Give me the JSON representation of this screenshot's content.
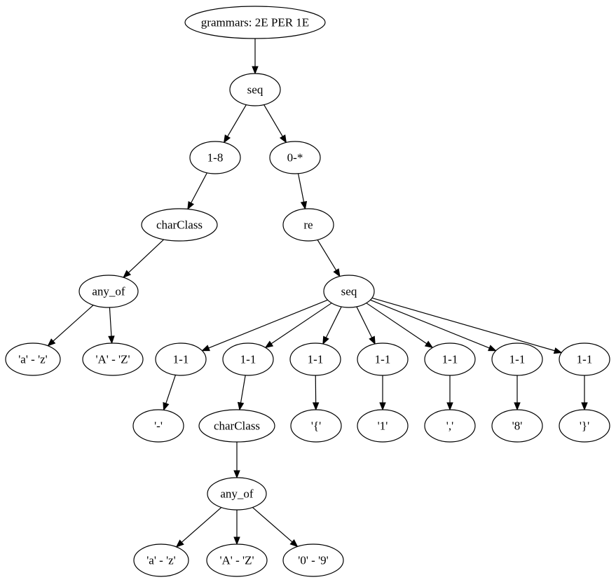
{
  "graph": {
    "nodes": [
      {
        "id": "root",
        "label": "grammars: 2E PER 1E"
      },
      {
        "id": "seq1",
        "label": "seq"
      },
      {
        "id": "r18",
        "label": "1-8"
      },
      {
        "id": "r0s",
        "label": "0-*"
      },
      {
        "id": "cc1",
        "label": "charClass"
      },
      {
        "id": "re",
        "label": "re"
      },
      {
        "id": "any1",
        "label": "any_of"
      },
      {
        "id": "seq2",
        "label": "seq"
      },
      {
        "id": "az1",
        "label": "'a' - 'z'"
      },
      {
        "id": "AZ1",
        "label": "'A' - 'Z'"
      },
      {
        "id": "r11a",
        "label": "1-1"
      },
      {
        "id": "r11b",
        "label": "1-1"
      },
      {
        "id": "r11c",
        "label": "1-1"
      },
      {
        "id": "r11d",
        "label": "1-1"
      },
      {
        "id": "r11e",
        "label": "1-1"
      },
      {
        "id": "r11f",
        "label": "1-1"
      },
      {
        "id": "r11g",
        "label": "1-1"
      },
      {
        "id": "dash",
        "label": "'-'"
      },
      {
        "id": "cc2",
        "label": "charClass"
      },
      {
        "id": "lbrace",
        "label": "'{'"
      },
      {
        "id": "one",
        "label": "'1'"
      },
      {
        "id": "comma",
        "label": "','"
      },
      {
        "id": "eight",
        "label": "'8'"
      },
      {
        "id": "rbrace",
        "label": "'}'"
      },
      {
        "id": "any2",
        "label": "any_of"
      },
      {
        "id": "az2",
        "label": "'a' - 'z'"
      },
      {
        "id": "AZ2",
        "label": "'A' - 'Z'"
      },
      {
        "id": "digits",
        "label": "'0' - '9'"
      }
    ],
    "edges": [
      [
        "root",
        "seq1"
      ],
      [
        "seq1",
        "r18"
      ],
      [
        "seq1",
        "r0s"
      ],
      [
        "r18",
        "cc1"
      ],
      [
        "r0s",
        "re"
      ],
      [
        "cc1",
        "any1"
      ],
      [
        "any1",
        "az1"
      ],
      [
        "any1",
        "AZ1"
      ],
      [
        "re",
        "seq2"
      ],
      [
        "seq2",
        "r11a"
      ],
      [
        "seq2",
        "r11b"
      ],
      [
        "seq2",
        "r11c"
      ],
      [
        "seq2",
        "r11d"
      ],
      [
        "seq2",
        "r11e"
      ],
      [
        "seq2",
        "r11f"
      ],
      [
        "seq2",
        "r11g"
      ],
      [
        "r11a",
        "dash"
      ],
      [
        "r11b",
        "cc2"
      ],
      [
        "r11c",
        "lbrace"
      ],
      [
        "r11d",
        "one"
      ],
      [
        "r11e",
        "comma"
      ],
      [
        "r11f",
        "eight"
      ],
      [
        "r11g",
        "rbrace"
      ],
      [
        "cc2",
        "any2"
      ],
      [
        "any2",
        "az2"
      ],
      [
        "any2",
        "AZ2"
      ],
      [
        "any2",
        "digits"
      ]
    ]
  }
}
